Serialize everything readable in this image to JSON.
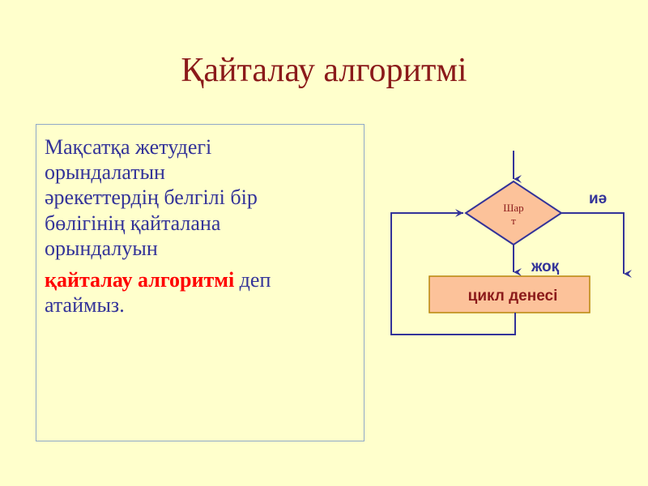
{
  "slide": {
    "title": "Қайталау алгоритмі"
  },
  "definition": {
    "line1": "Мақсатқа жетудегі",
    "line2": "орындалатын",
    "line3": "әрекеттердің  белгілі бір",
    "line4": "бөлігінің қайталана",
    "line5": "орындалуын",
    "term": "қайталау алгоритмі",
    "line6_after_term": " деп",
    "line7": "атаймыз."
  },
  "flowchart": {
    "condition_line1": "Шар",
    "condition_line2": "т",
    "yes_label": "иә",
    "no_label": "жоқ",
    "body_label": "цикл денесі"
  },
  "colors": {
    "background": "#ffffcc",
    "title": "#8b1a1a",
    "text": "#333399",
    "term": "#ff0000",
    "shape_fill": "#fcc29a",
    "line": "#333399"
  }
}
